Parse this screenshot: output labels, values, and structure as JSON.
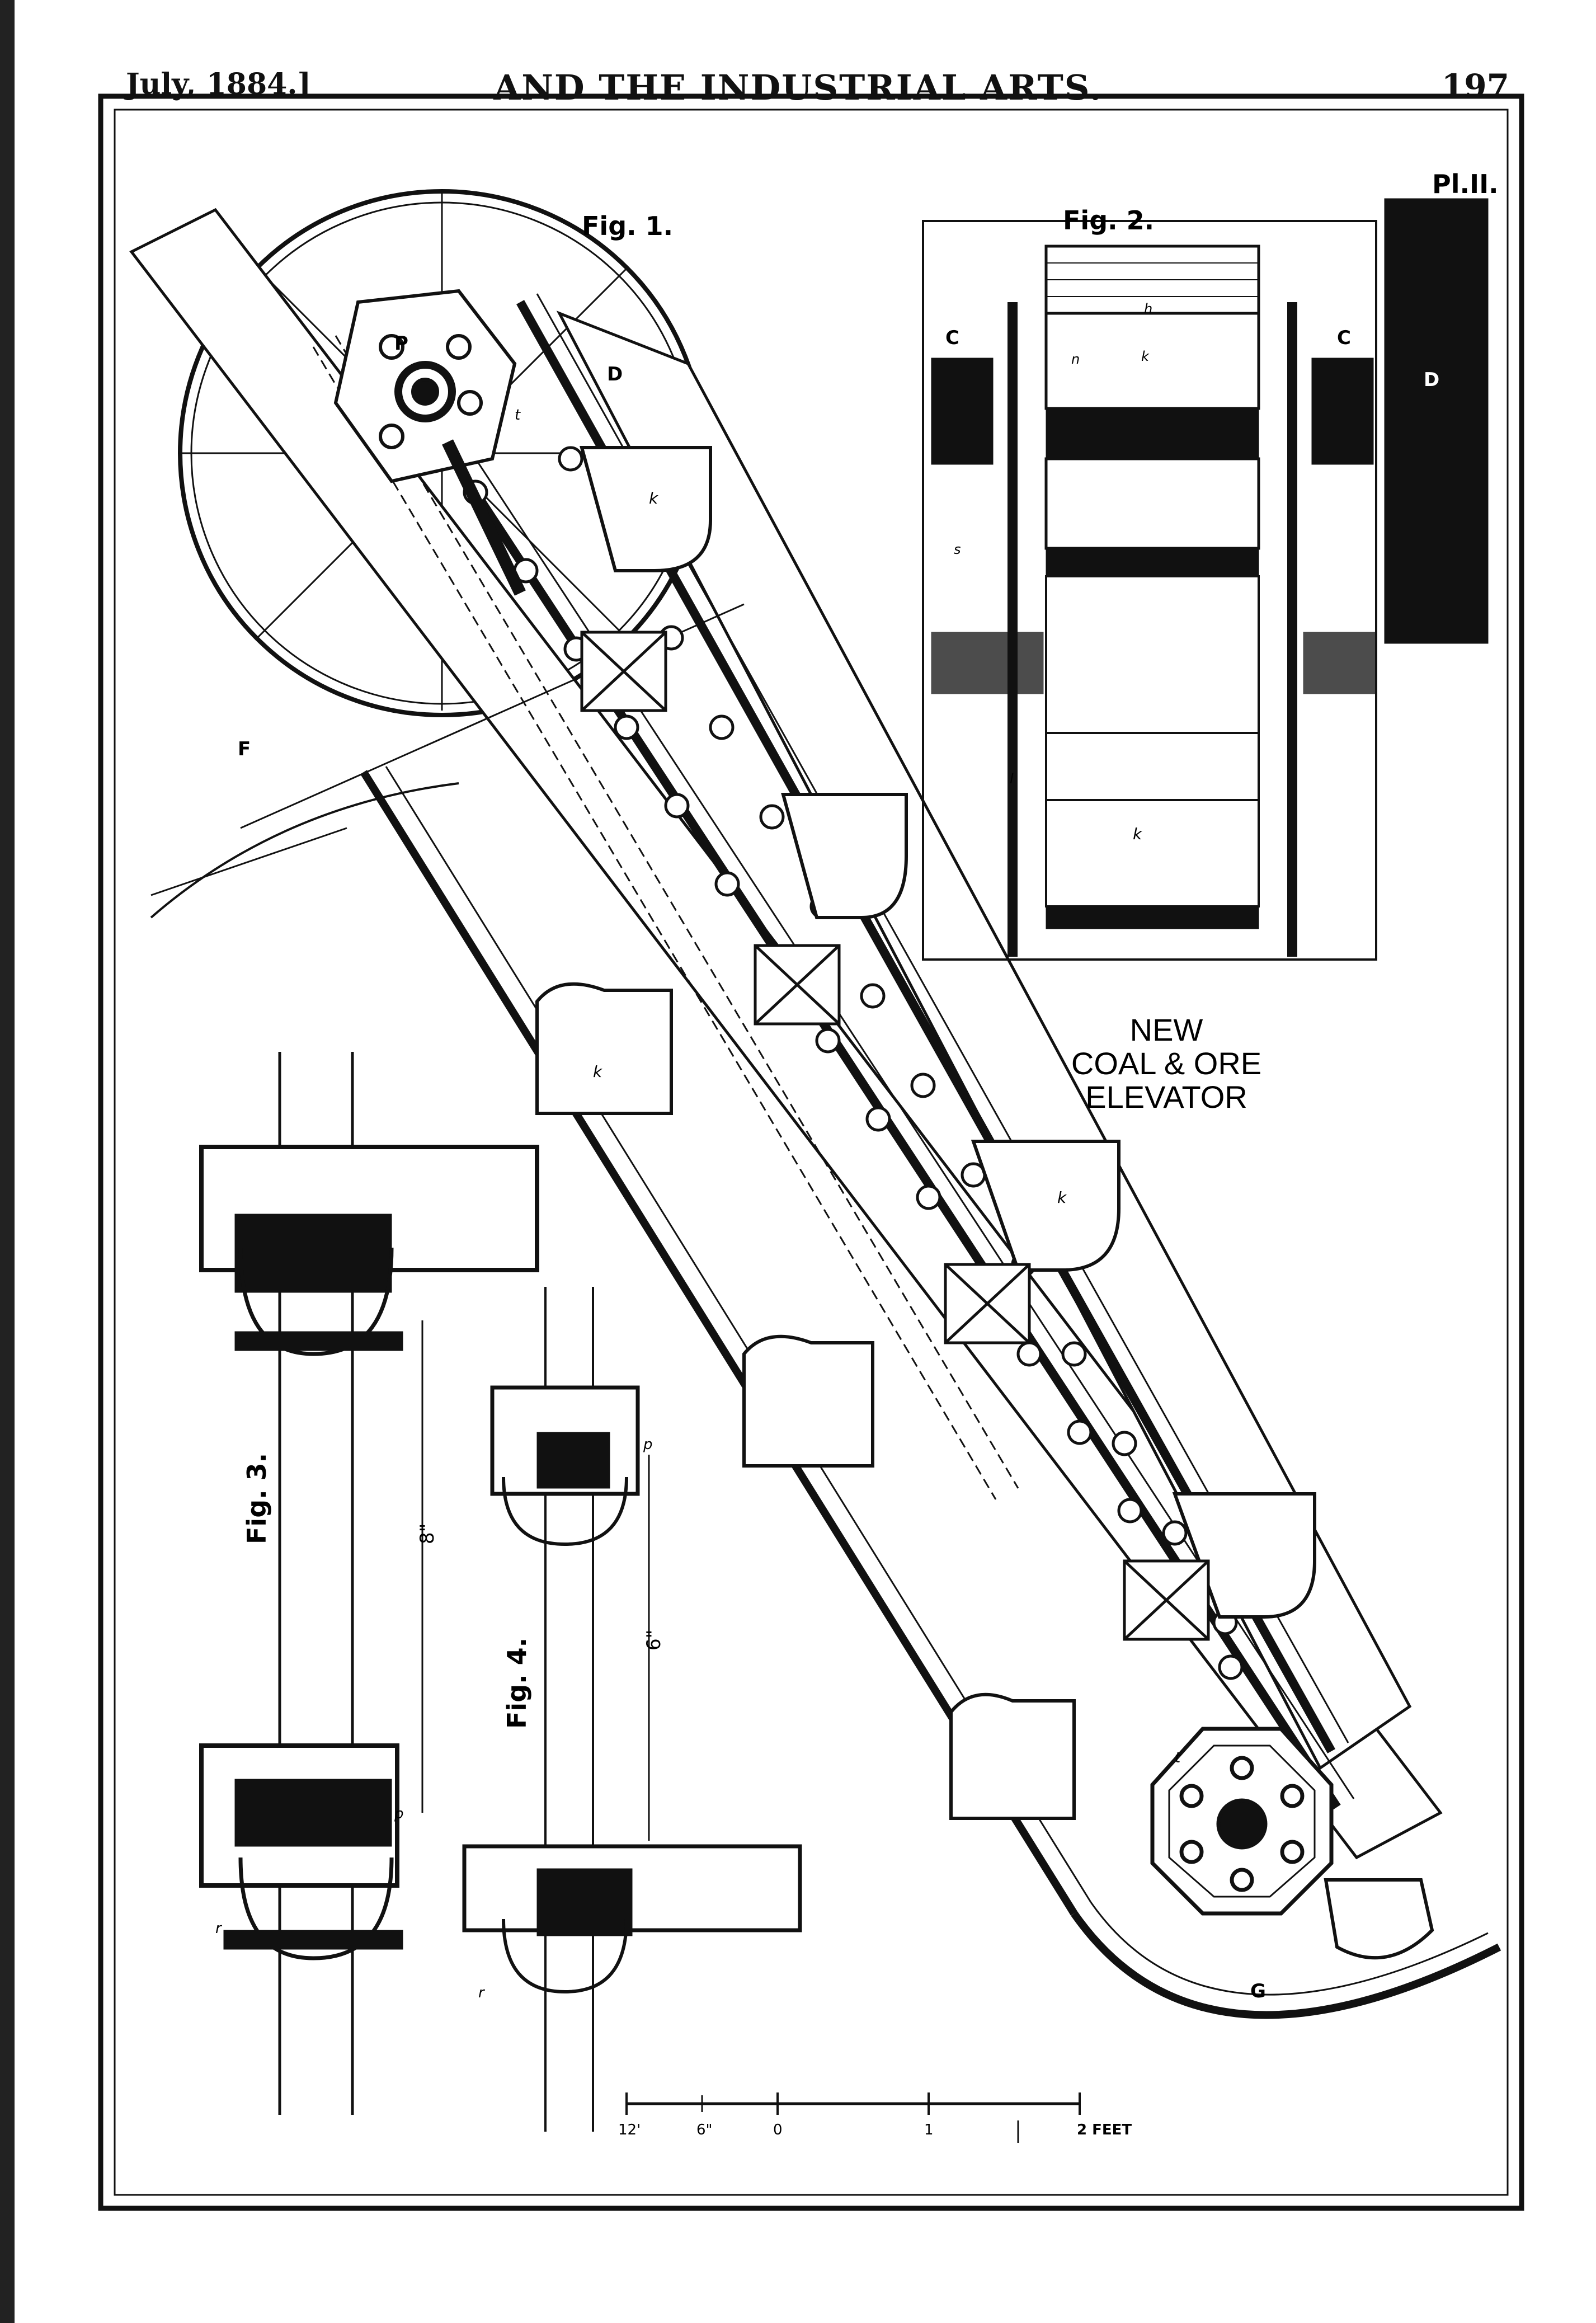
{
  "page_header": {
    "date": "July, 1884.]",
    "journal_title": "AND THE INDUSTRIAL ARTS.",
    "page_number": "197"
  },
  "plate": {
    "plate_number": "Pl.II.",
    "title_lines": [
      "NEW",
      "COAL & ORE",
      "ELEVATOR"
    ],
    "figures": {
      "fig1": "Fig. 1.",
      "fig2": "Fig. 2.",
      "fig3": "Fig. 3.",
      "fig4": "Fig. 4."
    },
    "labels": {
      "D": "D",
      "P": "P",
      "F": "F",
      "G": "G",
      "C": "C",
      "k": "k",
      "n": "n",
      "h": "h",
      "t": "t",
      "r": "r",
      "s": "s",
      "l": "l",
      "p": "p"
    },
    "dimensions": {
      "fig3_length": "8\"",
      "fig4_length": "6\""
    },
    "scale_bar": {
      "ticks": [
        "12'",
        "6\"",
        "0",
        "1"
      ],
      "end_label": "2 FEET"
    }
  }
}
